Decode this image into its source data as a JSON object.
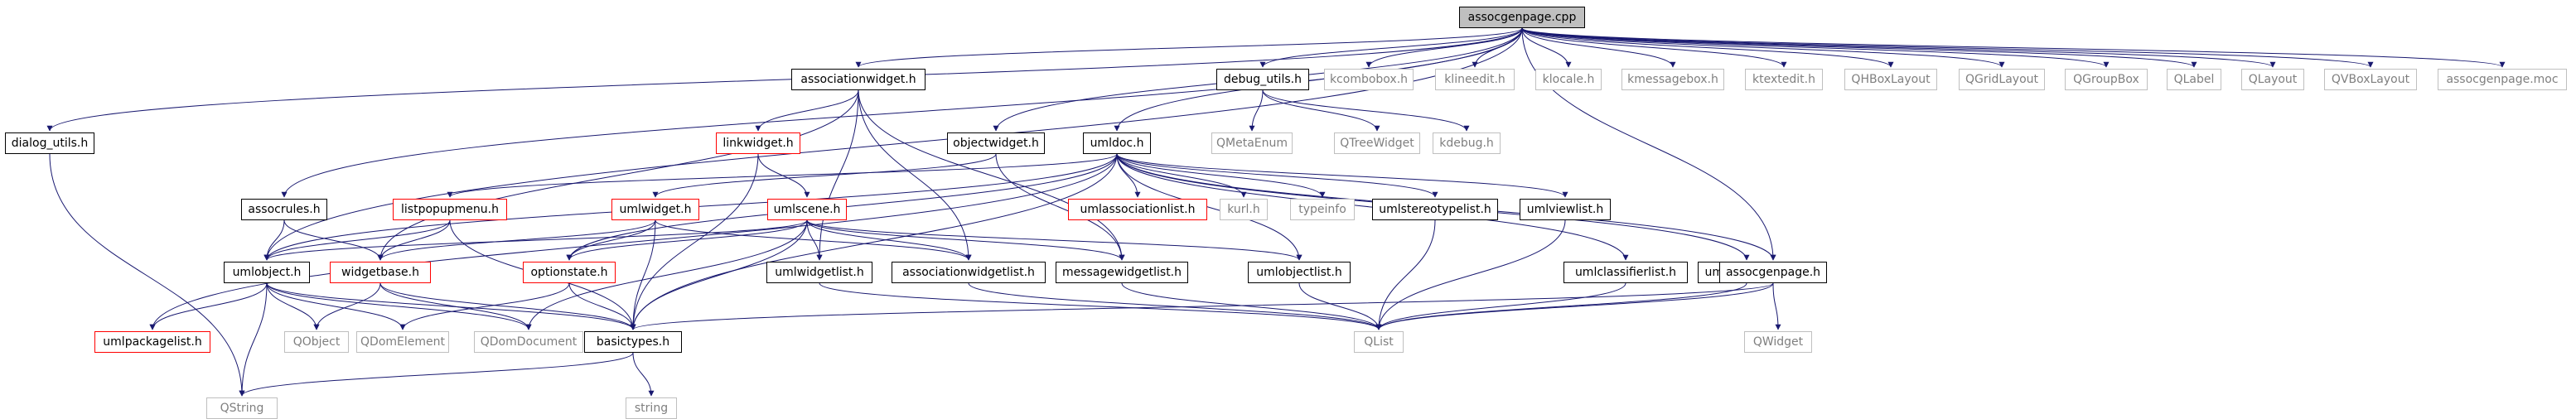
{
  "diagram": {
    "nodes": [
      {
        "id": "root",
        "label": "assocgenpage.cpp",
        "style": "root"
      },
      {
        "id": "dialog_utils",
        "label": "dialog_utils.h",
        "style": "normal"
      },
      {
        "id": "associationwidget",
        "label": "associationwidget.h",
        "style": "normal"
      },
      {
        "id": "debug_utils",
        "label": "debug_utils.h",
        "style": "normal"
      },
      {
        "id": "kcombobox",
        "label": "kcombobox.h",
        "style": "plain"
      },
      {
        "id": "klineedit",
        "label": "klineedit.h",
        "style": "plain"
      },
      {
        "id": "klocale",
        "label": "klocale.h",
        "style": "plain"
      },
      {
        "id": "kmessagebox",
        "label": "kmessagebox.h",
        "style": "plain"
      },
      {
        "id": "ktextedit",
        "label": "ktextedit.h",
        "style": "plain"
      },
      {
        "id": "QHBoxLayout",
        "label": "QHBoxLayout",
        "style": "plain"
      },
      {
        "id": "QGridLayout",
        "label": "QGridLayout",
        "style": "plain"
      },
      {
        "id": "QGroupBox",
        "label": "QGroupBox",
        "style": "plain"
      },
      {
        "id": "QLabel",
        "label": "QLabel",
        "style": "plain"
      },
      {
        "id": "QLayout",
        "label": "QLayout",
        "style": "plain"
      },
      {
        "id": "QVBoxLayout",
        "label": "QVBoxLayout",
        "style": "plain"
      },
      {
        "id": "assocgenpage_moc",
        "label": "assocgenpage.moc",
        "style": "plain"
      },
      {
        "id": "linkwidget",
        "label": "linkwidget.h",
        "style": "red"
      },
      {
        "id": "objectwidget",
        "label": "objectwidget.h",
        "style": "normal"
      },
      {
        "id": "umldoc",
        "label": "umldoc.h",
        "style": "normal"
      },
      {
        "id": "QMetaEnum",
        "label": "QMetaEnum",
        "style": "plain"
      },
      {
        "id": "QTreeWidget",
        "label": "QTreeWidget",
        "style": "plain"
      },
      {
        "id": "kdebug",
        "label": "kdebug.h",
        "style": "plain"
      },
      {
        "id": "assocrules",
        "label": "assocrules.h",
        "style": "normal"
      },
      {
        "id": "listpopupmenu",
        "label": "listpopupmenu.h",
        "style": "red"
      },
      {
        "id": "umlwidget",
        "label": "umlwidget.h",
        "style": "red"
      },
      {
        "id": "umlscene",
        "label": "umlscene.h",
        "style": "red"
      },
      {
        "id": "umlassociationlist",
        "label": "umlassociationlist.h",
        "style": "red"
      },
      {
        "id": "kurl",
        "label": "kurl.h",
        "style": "plain"
      },
      {
        "id": "typeinfo",
        "label": "typeinfo",
        "style": "plain"
      },
      {
        "id": "umlstereotypelist",
        "label": "umlstereotypelist.h",
        "style": "normal"
      },
      {
        "id": "umlviewlist",
        "label": "umlviewlist.h",
        "style": "normal"
      },
      {
        "id": "umlobject",
        "label": "umlobject.h",
        "style": "normal"
      },
      {
        "id": "widgetbase",
        "label": "widgetbase.h",
        "style": "red"
      },
      {
        "id": "optionstate",
        "label": "optionstate.h",
        "style": "red"
      },
      {
        "id": "umlwidgetlist",
        "label": "umlwidgetlist.h",
        "style": "normal"
      },
      {
        "id": "associationwidgetlist",
        "label": "associationwidgetlist.h",
        "style": "normal"
      },
      {
        "id": "messagewidgetlist",
        "label": "messagewidgetlist.h",
        "style": "normal"
      },
      {
        "id": "umlobjectlist",
        "label": "umlobjectlist.h",
        "style": "normal"
      },
      {
        "id": "umlclassifierlist",
        "label": "umlclassifierlist.h",
        "style": "normal"
      },
      {
        "id": "umlentitylist",
        "label": "umlentitylist.h",
        "style": "normal"
      },
      {
        "id": "assocgenpage_h",
        "label": "assocgenpage.h",
        "style": "normal"
      },
      {
        "id": "umlpackagelist",
        "label": "umlpackagelist.h",
        "style": "red"
      },
      {
        "id": "QObject",
        "label": "QObject",
        "style": "plain"
      },
      {
        "id": "QDomElement",
        "label": "QDomElement",
        "style": "plain"
      },
      {
        "id": "QDomDocument",
        "label": "QDomDocument",
        "style": "plain"
      },
      {
        "id": "basictypes",
        "label": "basictypes.h",
        "style": "normal"
      },
      {
        "id": "QList",
        "label": "QList",
        "style": "plain"
      },
      {
        "id": "QWidget",
        "label": "QWidget",
        "style": "plain"
      },
      {
        "id": "QString",
        "label": "QString",
        "style": "plain"
      },
      {
        "id": "string",
        "label": "string",
        "style": "plain"
      }
    ],
    "edges": [
      [
        "root",
        "dialog_utils"
      ],
      [
        "root",
        "associationwidget"
      ],
      [
        "root",
        "debug_utils"
      ],
      [
        "root",
        "kcombobox"
      ],
      [
        "root",
        "klineedit"
      ],
      [
        "root",
        "klocale"
      ],
      [
        "root",
        "kmessagebox"
      ],
      [
        "root",
        "ktextedit"
      ],
      [
        "root",
        "QHBoxLayout"
      ],
      [
        "root",
        "QGridLayout"
      ],
      [
        "root",
        "QGroupBox"
      ],
      [
        "root",
        "QLabel"
      ],
      [
        "root",
        "QLayout"
      ],
      [
        "root",
        "QVBoxLayout"
      ],
      [
        "root",
        "assocgenpage_moc"
      ],
      [
        "root",
        "objectwidget"
      ],
      [
        "root",
        "umldoc"
      ],
      [
        "root",
        "assocrules"
      ],
      [
        "root",
        "umlobject"
      ],
      [
        "root",
        "assocgenpage_h"
      ],
      [
        "dialog_utils",
        "QString"
      ],
      [
        "associationwidget",
        "linkwidget"
      ],
      [
        "associationwidget",
        "widgetbase"
      ],
      [
        "associationwidget",
        "umlwidgetlist"
      ],
      [
        "associationwidget",
        "associationwidgetlist"
      ],
      [
        "associationwidget",
        "messagewidgetlist"
      ],
      [
        "debug_utils",
        "QMetaEnum"
      ],
      [
        "debug_utils",
        "QTreeWidget"
      ],
      [
        "debug_utils",
        "kdebug"
      ],
      [
        "linkwidget",
        "umlscene"
      ],
      [
        "linkwidget",
        "basictypes"
      ],
      [
        "objectwidget",
        "umlwidget"
      ],
      [
        "objectwidget",
        "messagewidgetlist"
      ],
      [
        "umldoc",
        "umlassociationlist"
      ],
      [
        "umldoc",
        "kurl"
      ],
      [
        "umldoc",
        "typeinfo"
      ],
      [
        "umldoc",
        "umlstereotypelist"
      ],
      [
        "umldoc",
        "umlviewlist"
      ],
      [
        "umldoc",
        "listpopupmenu"
      ],
      [
        "umldoc",
        "umlobject"
      ],
      [
        "umldoc",
        "optionstate"
      ],
      [
        "umldoc",
        "umlpackagelist"
      ],
      [
        "umldoc",
        "umlclassifierlist"
      ],
      [
        "umldoc",
        "umlentitylist"
      ],
      [
        "umldoc",
        "umlobjectlist"
      ],
      [
        "umldoc",
        "basictypes"
      ],
      [
        "umldoc",
        "assocgenpage_h"
      ],
      [
        "assocrules",
        "umlobject"
      ],
      [
        "assocrules",
        "widgetbase"
      ],
      [
        "listpopupmenu",
        "widgetbase"
      ],
      [
        "listpopupmenu",
        "umlobject"
      ],
      [
        "listpopupmenu",
        "basictypes"
      ],
      [
        "umlwidget",
        "widgetbase"
      ],
      [
        "umlwidget",
        "optionstate"
      ],
      [
        "umlwidget",
        "basictypes"
      ],
      [
        "umlwidget",
        "associationwidgetlist"
      ],
      [
        "umlscene",
        "umlobject"
      ],
      [
        "umlscene",
        "optionstate"
      ],
      [
        "umlscene",
        "umlwidgetlist"
      ],
      [
        "umlscene",
        "associationwidgetlist"
      ],
      [
        "umlscene",
        "messagewidgetlist"
      ],
      [
        "umlscene",
        "umlobjectlist"
      ],
      [
        "umlscene",
        "basictypes"
      ],
      [
        "umlscene",
        "QDomDocument"
      ],
      [
        "umlstereotypelist",
        "QList"
      ],
      [
        "umlviewlist",
        "QList"
      ],
      [
        "umlobject",
        "umlpackagelist"
      ],
      [
        "umlobject",
        "QObject"
      ],
      [
        "umlobject",
        "QDomElement"
      ],
      [
        "umlobject",
        "QDomDocument"
      ],
      [
        "umlobject",
        "QString"
      ],
      [
        "umlobject",
        "basictypes"
      ],
      [
        "widgetbase",
        "QObject"
      ],
      [
        "widgetbase",
        "basictypes"
      ],
      [
        "widgetbase",
        "QDomDocument"
      ],
      [
        "optionstate",
        "basictypes"
      ],
      [
        "optionstate",
        "QDomElement"
      ],
      [
        "umlwidgetlist",
        "QList"
      ],
      [
        "associationwidgetlist",
        "QList"
      ],
      [
        "messagewidgetlist",
        "QList"
      ],
      [
        "umlobjectlist",
        "QList"
      ],
      [
        "umlclassifierlist",
        "QList"
      ],
      [
        "umlentitylist",
        "QList"
      ],
      [
        "assocgenpage_h",
        "QWidget"
      ],
      [
        "assocgenpage_h",
        "basictypes"
      ],
      [
        "assocgenpage_h",
        "QList"
      ],
      [
        "basictypes",
        "QString"
      ],
      [
        "basictypes",
        "string"
      ]
    ]
  }
}
